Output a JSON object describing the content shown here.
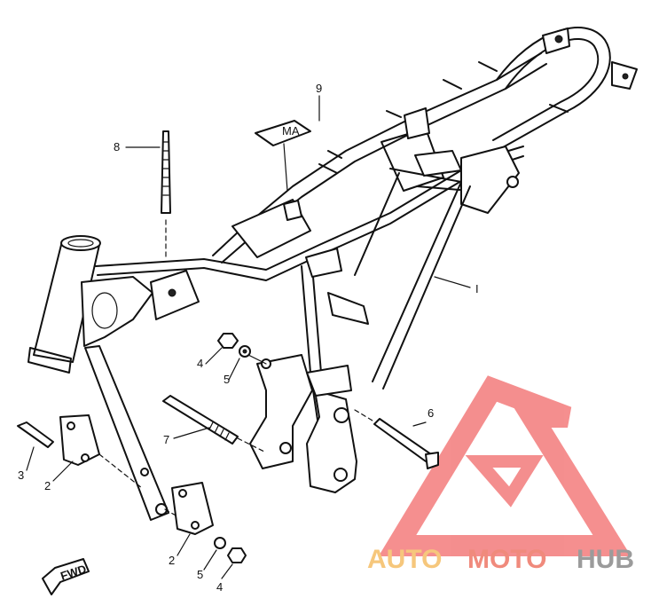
{
  "diagram": {
    "callouts": {
      "frame": "I",
      "engine_plate": "2",
      "plate_bolt": "3",
      "nut": "4",
      "washer": "5",
      "long_bolt_right": "6",
      "long_bolt_left": "7",
      "tie_rod": "8",
      "label_plate": "9"
    },
    "fwd_mark": "FWD",
    "label_plate_text": "MA"
  },
  "watermark": {
    "part1": "AUTO",
    "part2": "MOTO",
    "part3": "HUB",
    "colors": {
      "auto": "#f6c77c",
      "moto": "#f08a7c",
      "hub": "#9b9b9b",
      "logo": "#f37b7b"
    }
  }
}
